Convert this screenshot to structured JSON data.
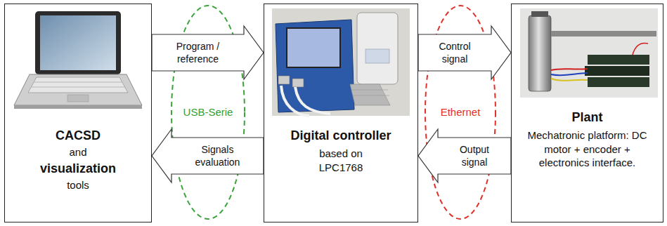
{
  "diagram": {
    "nodes": [
      {
        "text": [
          "CACSD",
          "and",
          "visualization",
          "tools"
        ]
      },
      {
        "text": [
          "Digital controller",
          "based on LPC1768"
        ]
      },
      {
        "text": [
          "Plant",
          "Mechatronic platform: DC motor + encoder + electronics interface."
        ]
      }
    ],
    "edges": [
      {
        "from": 0,
        "to": 1,
        "arrow": "to",
        "label": "Program / reference"
      },
      {
        "from": 1,
        "to": 0,
        "arrow": "to",
        "label": "Signals evaluation"
      },
      {
        "from": 1,
        "to": 2,
        "arrow": "to",
        "label": "Control signal"
      },
      {
        "from": 2,
        "to": 1,
        "arrow": "to",
        "label": "Output signal"
      }
    ],
    "labels": [
      "USB-Serie",
      "Ethernet"
    ]
  }
}
